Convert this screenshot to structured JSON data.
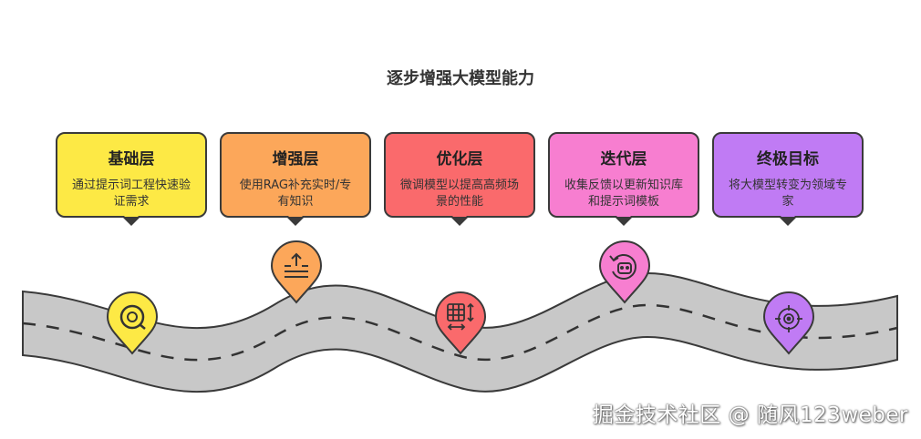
{
  "title": "逐步增强大模型能力",
  "stages": [
    {
      "title": "基础层",
      "desc": "通过提示词工程快速验证需求",
      "color": "#fde945",
      "icon": "magnifier-q-icon"
    },
    {
      "title": "增强层",
      "desc": "使用RAG补充实时/专有知识",
      "color": "#fca75a",
      "icon": "upload-lines-icon"
    },
    {
      "title": "优化层",
      "desc": "微调模型以提高高频场景的性能",
      "color": "#fa6a6c",
      "icon": "table-resize-icon"
    },
    {
      "title": "迭代层",
      "desc": "收集反馈以更新知识库和提示词模板",
      "color": "#f77ed0",
      "icon": "robot-refresh-icon"
    },
    {
      "title": "终极目标",
      "desc": "将大模型转变为领域专家",
      "color": "#c07bf4",
      "icon": "target-crosshair-icon"
    }
  ],
  "colors": {
    "road": "#c8c8c8",
    "road_edge": "#3a3a3a",
    "road_dash": "#333333"
  },
  "watermark": "掘金技术社区 @ 随风123weber"
}
